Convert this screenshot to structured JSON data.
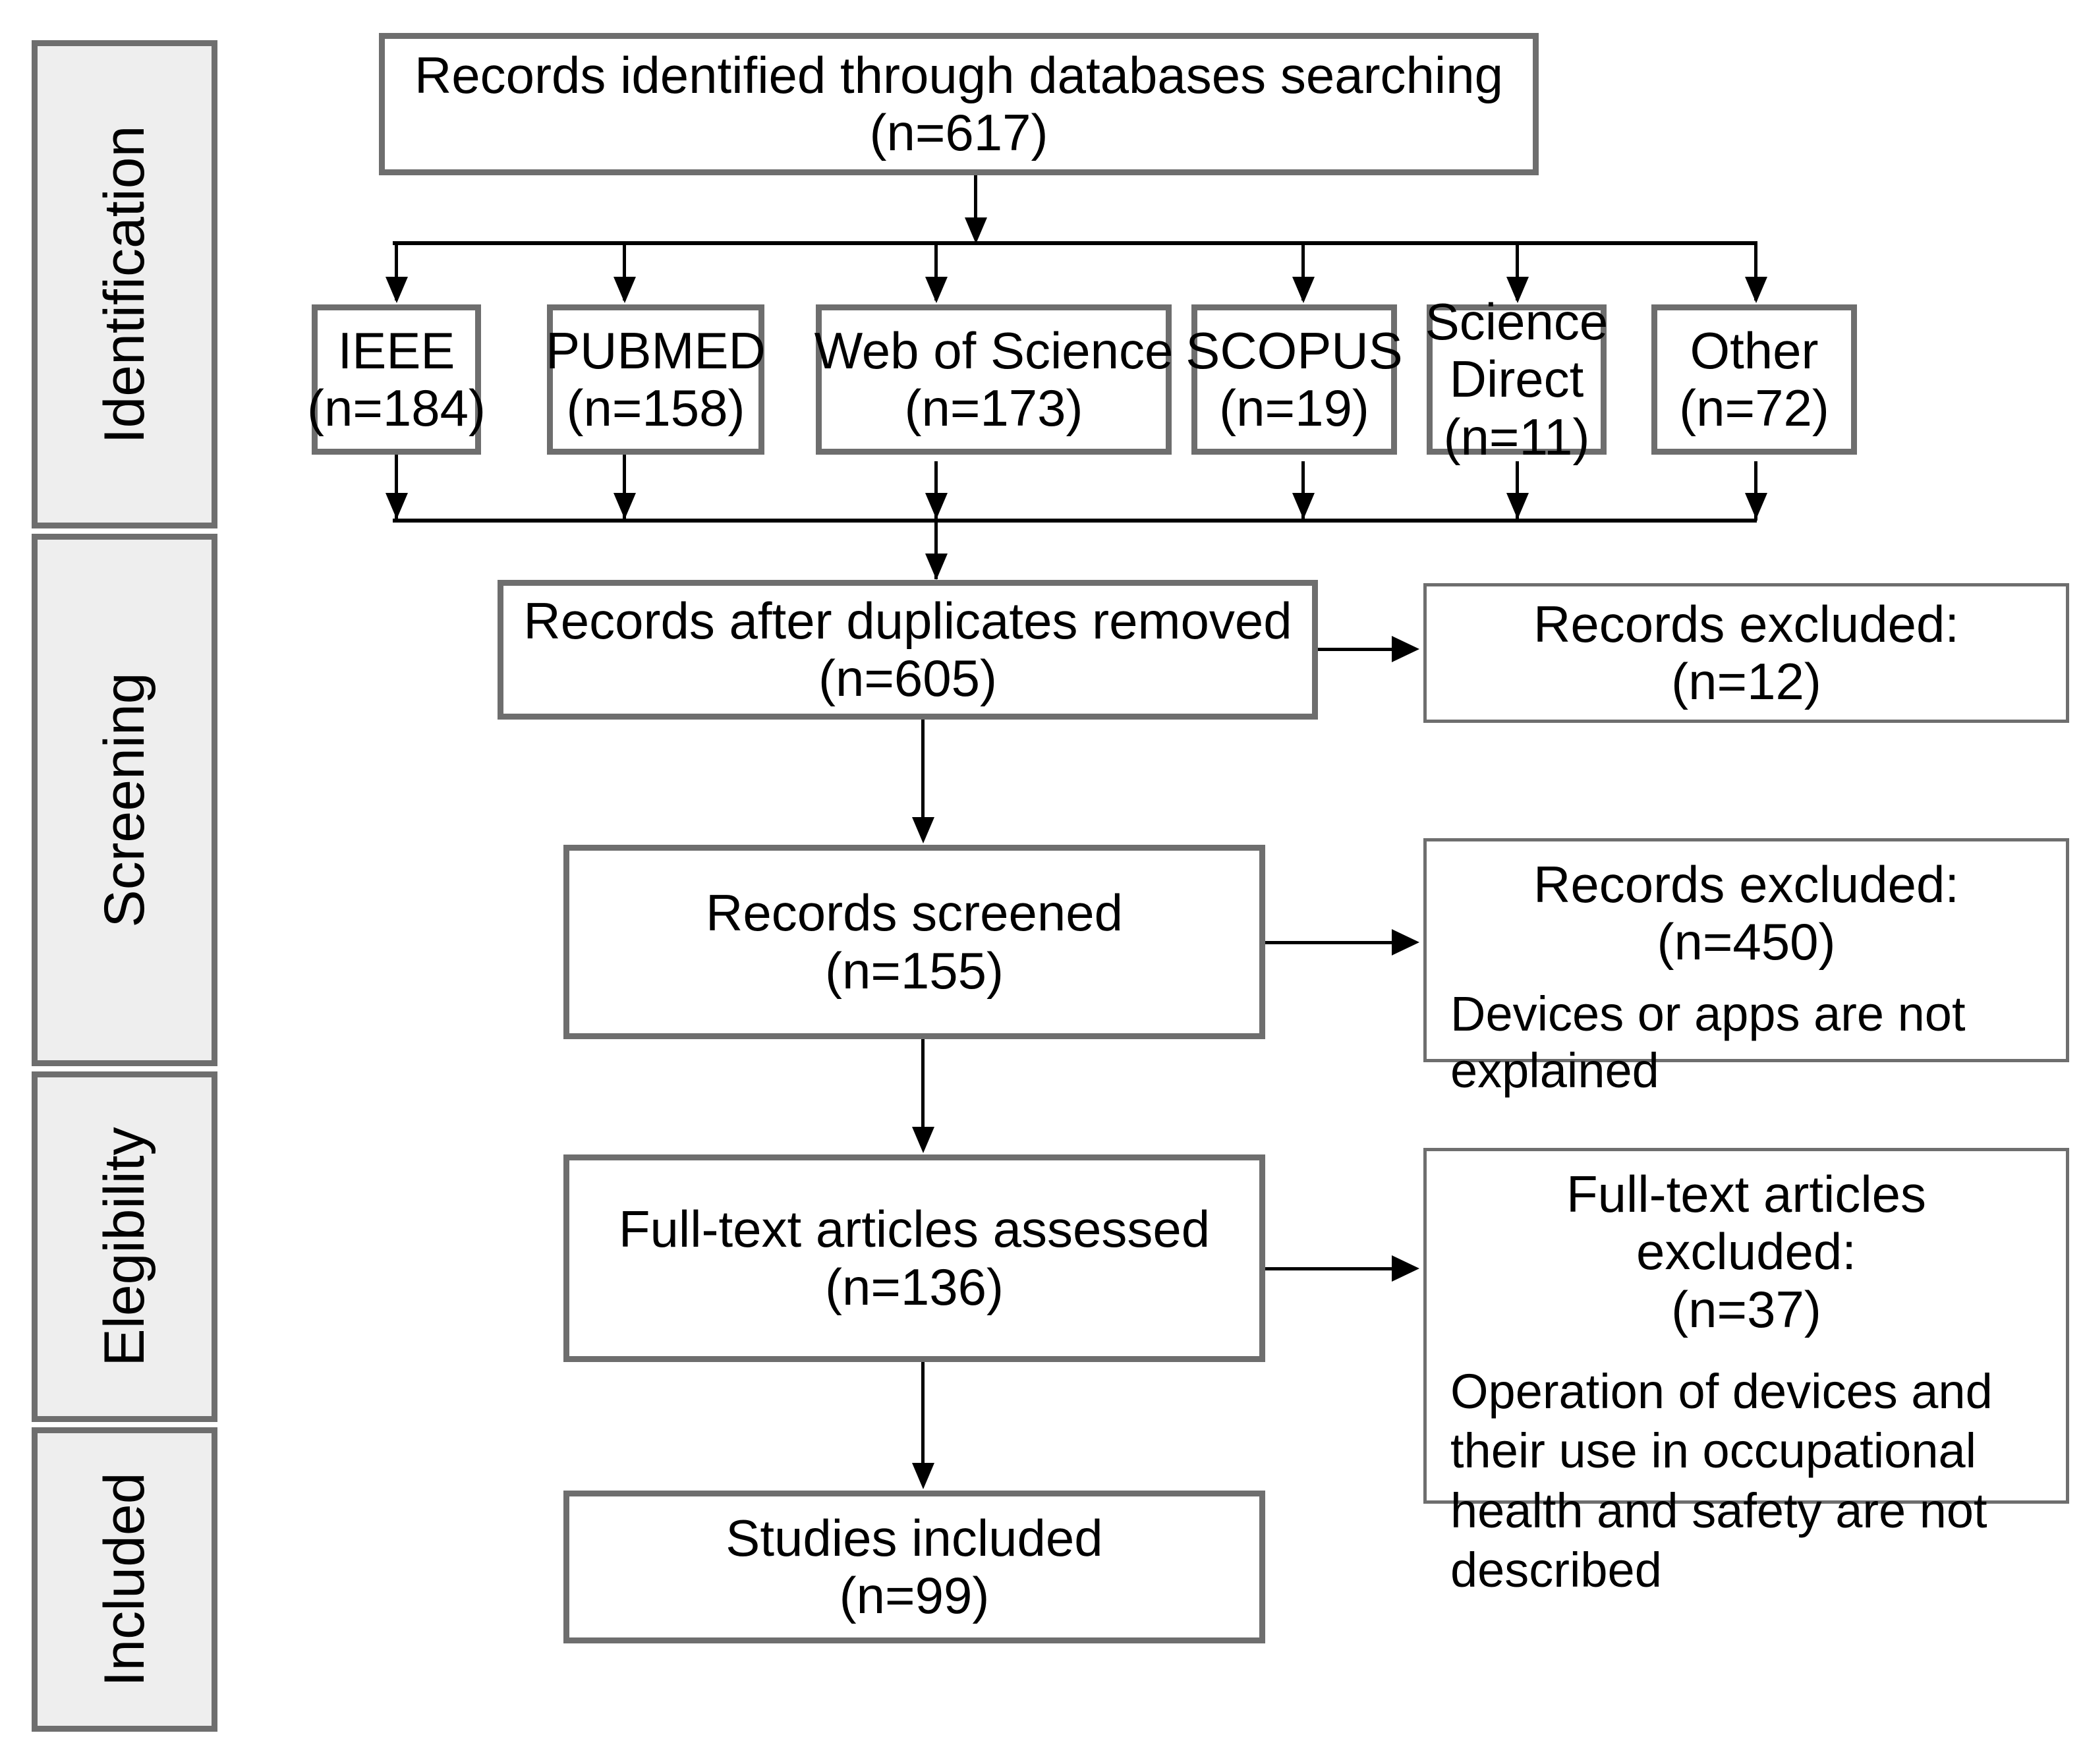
{
  "diagram": {
    "type": "prisma-flow-diagram",
    "stages": [
      {
        "key": "identification",
        "label": "Identification"
      },
      {
        "key": "screening",
        "label": "Screening"
      },
      {
        "key": "eligibility",
        "label": "Elegibility"
      },
      {
        "key": "included",
        "label": "Included"
      }
    ],
    "identified": {
      "title": "Records identified through databases searching",
      "count": "(n=617)"
    },
    "databases": [
      {
        "name": "IEEE",
        "count": "(n=184)"
      },
      {
        "name": "PUBMED",
        "count": "(n=158)"
      },
      {
        "name": "Web of Science",
        "count": "(n=173)"
      },
      {
        "name": "SCOPUS",
        "count": "(n=19)"
      },
      {
        "name": "Science",
        "name2": "Direct",
        "count": "(n=11)"
      },
      {
        "name": "Other",
        "count": "(n=72)"
      }
    ],
    "duplicates_removed": {
      "title": "Records after duplicates removed",
      "count": "(n=605)"
    },
    "excluded_duplicates": {
      "title": "Records excluded:",
      "count": "(n=12)"
    },
    "screened": {
      "title": "Records screened",
      "count": "(n=155)"
    },
    "excluded_screened": {
      "title": "Records excluded:",
      "count": "(n=450)",
      "reason": "Devices or apps are not explained"
    },
    "fulltext_assessed": {
      "title": "Full-text articles assessed",
      "count": "(n=136)"
    },
    "excluded_fulltext": {
      "title": "Full-text articles excluded:",
      "count": "(n=37)",
      "reason": "Operation of devices and their use in occupational health and safety are not described"
    },
    "studies_included": {
      "title": "Studies included",
      "count": "(n=99)"
    },
    "colors": {
      "box_border": "#6e6e6e",
      "rail_fill": "#eeeeee",
      "connector": "#000000",
      "box_fill": "#ffffff"
    }
  }
}
